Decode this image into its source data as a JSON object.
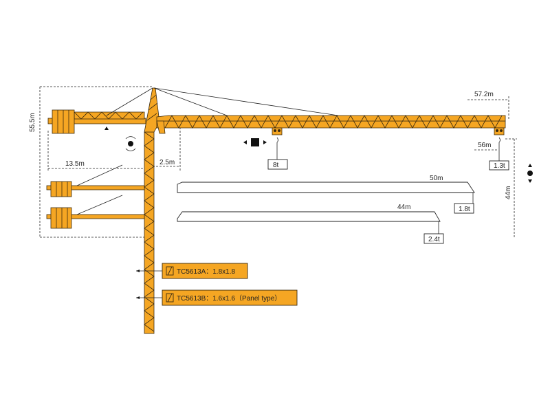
{
  "dimensions": {
    "total_height": "55.5m",
    "counter_jib": "13.5m",
    "jib_offset": "2.5m",
    "max_jib": "57.2m",
    "hook_radius": "56m",
    "hook_height": "44m",
    "jib_50": "50m",
    "jib_44": "44m"
  },
  "loads": {
    "max_load": "8t",
    "tip_56": "1.3t",
    "tip_50": "1.8t",
    "tip_44": "2.4t"
  },
  "models": [
    {
      "name": "TC5613A：1.8x1.8"
    },
    {
      "name": "TC5613B：1.6x1.6（Panel type）"
    }
  ],
  "colors": {
    "steel": "#f5a623",
    "outline": "#3a2a10"
  }
}
